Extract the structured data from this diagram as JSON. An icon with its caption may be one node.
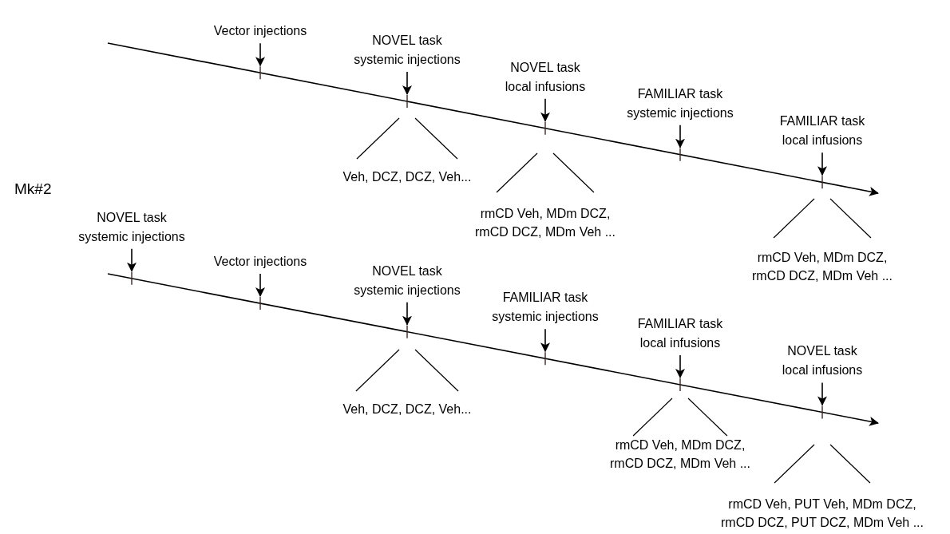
{
  "diagram": {
    "nodes": [
      {
        "text": [
          "Vector injections"
        ]
      },
      {
        "text": [
          "NOVEL task systemic injections"
        ]
      },
      {
        "text": [
          "NOVEL task local infusions"
        ]
      },
      {
        "text": [
          "FAMILIAR task systemic injections"
        ]
      },
      {
        "text": [
          "FAMILIAR task local infusions"
        ]
      },
      {
        "text": [
          "NOVEL task systemic injections"
        ]
      },
      {
        "text": [
          "Vector injections"
        ]
      },
      {
        "text": [
          "NOVEL task systemic injections"
        ]
      },
      {
        "text": [
          "FAMILIAR task systemic injections"
        ]
      },
      {
        "text": [
          "FAMILIAR task local infusions"
        ]
      },
      {
        "text": [
          "NOVEL task local infusions"
        ]
      }
    ],
    "edges": [
      {
        "from": 0,
        "to": null,
        "arrow": "to"
      },
      {
        "from": 1,
        "to": null,
        "arrow": "to"
      },
      {
        "from": 2,
        "to": null,
        "arrow": "to"
      },
      {
        "from": 3,
        "to": null,
        "arrow": "to"
      },
      {
        "from": 4,
        "to": null,
        "arrow": "to"
      },
      {
        "from": 5,
        "to": null,
        "arrow": "to"
      },
      {
        "from": 6,
        "to": null,
        "arrow": "to"
      },
      {
        "from": 7,
        "to": null,
        "arrow": "to"
      },
      {
        "from": 8,
        "to": null,
        "arrow": "to"
      },
      {
        "from": 9,
        "to": null,
        "arrow": "to"
      },
      {
        "from": 10,
        "to": null,
        "arrow": "to"
      }
    ],
    "labels": [
      "Veh, DCZ, DCZ, Veh...",
      "Mk#2",
      "rmCD Veh, MDm DCZ, rmCD DCZ, MDm Veh ...",
      "rmCD Veh, MDm DCZ, rmCD DCZ, MDm Veh ...",
      "Veh, DCZ, DCZ, Veh...",
      "rmCD Veh, MDm DCZ, rmCD DCZ, MDm Veh ...",
      "rmCD Veh, PUT Veh, MDm DCZ, rmCD DCZ, PUT DCZ, MDm Veh ..."
    ]
  }
}
